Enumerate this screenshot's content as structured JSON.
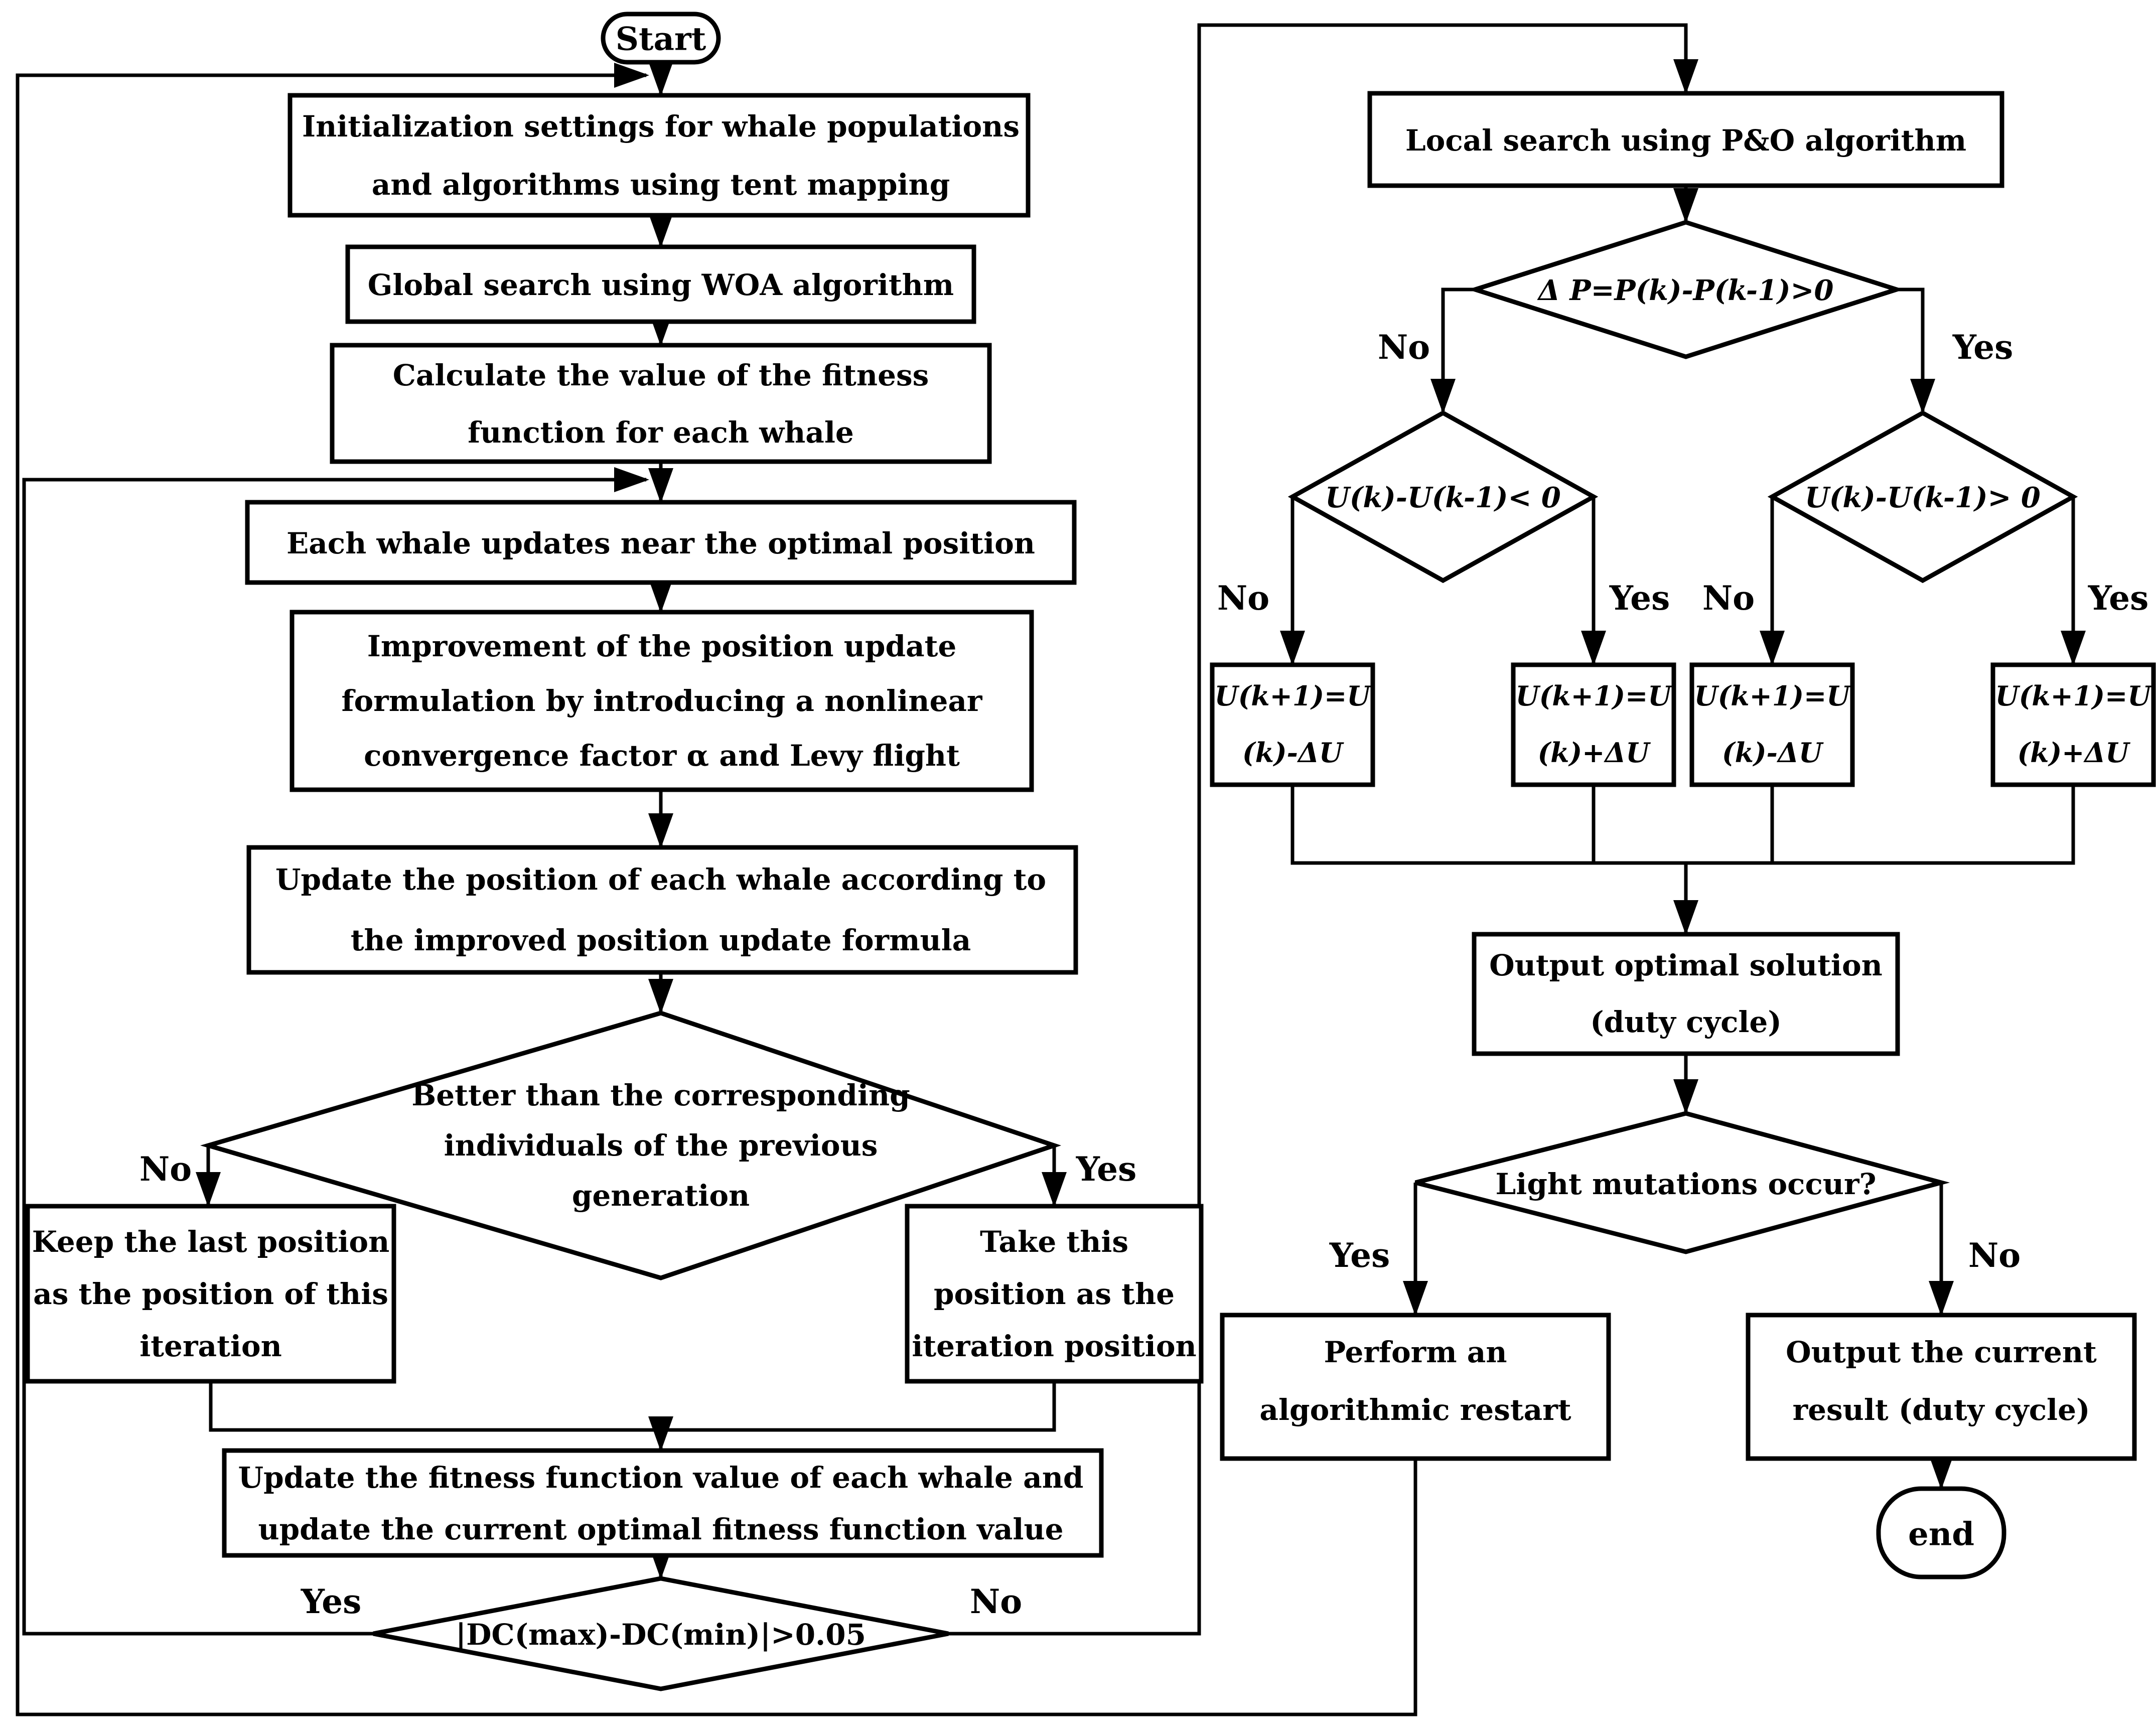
{
  "figure": {
    "title": "Improved WOA with P&O MPPT flowchart",
    "ink": "#000000",
    "background": "#ffffff"
  },
  "labels": {
    "yes": "Yes",
    "no": "No"
  },
  "nodes": {
    "start": {
      "label": "Start"
    },
    "init": {
      "lines": [
        "Initialization settings for whale populations",
        "and algorithms using tent mapping"
      ]
    },
    "global_search": {
      "label": "Global search using WOA algorithm"
    },
    "calc_fitness": {
      "lines": [
        "Calculate the value of the fitness",
        "function for each whale"
      ]
    },
    "each_whale": {
      "label": "Each whale updates near the optimal position"
    },
    "improve": {
      "lines": [
        "Improvement of the position update",
        "formulation by introducing a nonlinear",
        "convergence factor α and Levy flight"
      ]
    },
    "update_position": {
      "lines": [
        "Update the position of each whale according to",
        "the improved position update formula"
      ]
    },
    "better_check": {
      "lines": [
        "Better than the corresponding",
        "individuals of the previous",
        "generation"
      ]
    },
    "keep_position": {
      "lines": [
        "Keep the last position",
        "as the position of this",
        "iteration"
      ]
    },
    "take_position": {
      "lines": [
        "Take this",
        "position as the",
        "iteration position"
      ]
    },
    "update_fitness": {
      "lines": [
        "Update the fitness function value of each whale and",
        "update the current optimal fitness function value"
      ]
    },
    "dc_check": {
      "label": "|DC(max)-DC(min)|>0.05"
    },
    "local_search": {
      "label": "Local search using P&O algorithm"
    },
    "dp_check": {
      "label": "Δ P=P(k)-P(k-1)>0"
    },
    "du_left_check": {
      "label": "U(k)-U(k-1)< 0"
    },
    "du_right_check": {
      "label": "U(k)-U(k-1)> 0"
    },
    "u_step_1": {
      "lines": [
        "U(k+1)=U",
        "(k)-ΔU"
      ]
    },
    "u_step_2": {
      "lines": [
        "U(k+1)=U",
        "(k)+ΔU"
      ]
    },
    "u_step_3": {
      "lines": [
        "U(k+1)=U",
        "(k)-ΔU"
      ]
    },
    "u_step_4": {
      "lines": [
        "U(k+1)=U",
        "(k)+ΔU"
      ]
    },
    "output_optimal": {
      "lines": [
        "Output optimal solution",
        "(duty cycle)"
      ]
    },
    "light_mutation_check": {
      "label": "Light mutations occur?"
    },
    "restart": {
      "lines": [
        "Perform an",
        "algorithmic restart"
      ]
    },
    "output_result": {
      "lines": [
        "Output the current",
        "result (duty cycle)"
      ]
    },
    "end": {
      "label": "end"
    }
  }
}
